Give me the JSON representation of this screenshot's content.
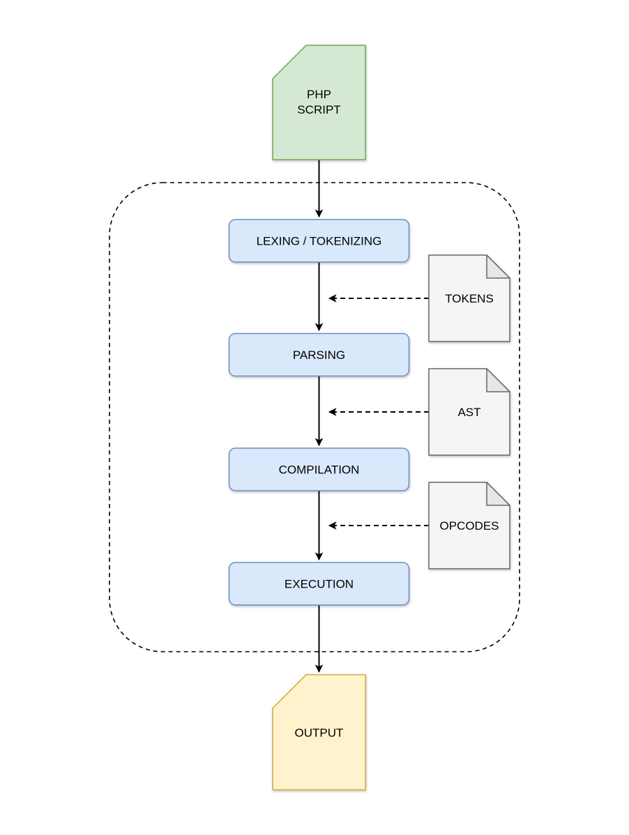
{
  "colors": {
    "background": "#ffffff",
    "text": "#000000",
    "script_fill": "#d5e8d4",
    "script_stroke": "#82b366",
    "stage_fill": "#dae8fc",
    "stage_stroke": "#6c8ebf",
    "artifact_fill": "#f5f5f5",
    "artifact_fold_fill": "#e6e6e6",
    "artifact_stroke": "#666666",
    "output_fill": "#fff2cc",
    "output_stroke": "#d6b656",
    "arrow": "#000000"
  },
  "nodes": {
    "php_script": {
      "line1": "PHP",
      "line2": "SCRIPT"
    },
    "stages": [
      {
        "label": "LEXING / TOKENIZING"
      },
      {
        "label": "PARSING"
      },
      {
        "label": "COMPILATION"
      },
      {
        "label": "EXECUTION"
      }
    ],
    "artifacts": [
      {
        "label": "TOKENS"
      },
      {
        "label": "AST"
      },
      {
        "label": "OPCODES"
      }
    ],
    "output": {
      "label": "OUTPUT"
    }
  }
}
